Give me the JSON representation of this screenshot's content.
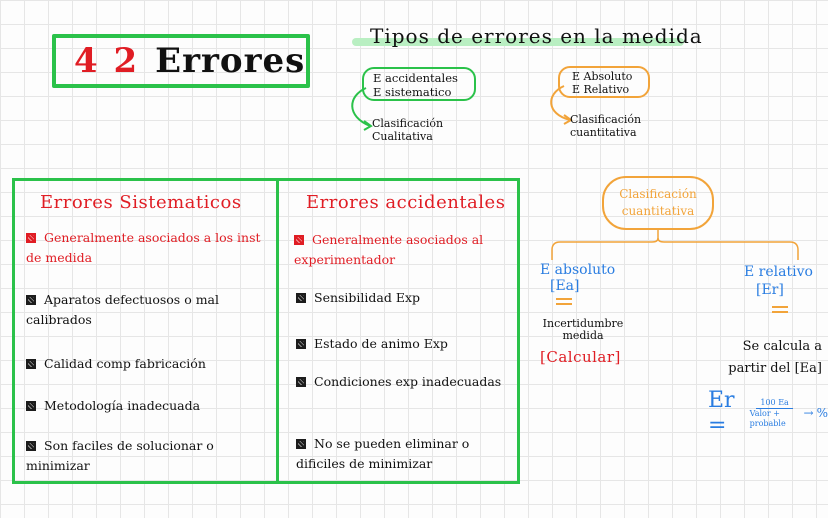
{
  "title": {
    "number": "4 2",
    "text": "Errores"
  },
  "types": {
    "title": "Tipos de errores en la medida",
    "accidental_group": {
      "items": [
        "E accidentales",
        "E sistematico"
      ],
      "label": [
        "Clasificación",
        "Cualitativa"
      ]
    },
    "absolute_group": {
      "items": [
        "E Absoluto",
        "E Relativo"
      ],
      "label": [
        "Clasificación",
        "cuantitativa"
      ]
    }
  },
  "systematic": {
    "title": "Errores Sistematicos",
    "items": [
      "Generalmente asociados a los inst de medida",
      "Aparatos defectuosos o mal calibrados",
      "Calidad comp fabricación",
      "Metodología inadecuada",
      "Son faciles de solucionar o minimizar"
    ]
  },
  "accidental": {
    "title": "Errores accidentales",
    "items": [
      "Generalmente asociados al experimentador",
      "Sensibilidad Exp",
      "Estado de animo Exp",
      "Condiciones exp inadecuadas",
      "No se pueden eliminar o dificiles de minimizar"
    ]
  },
  "quantitative": {
    "title": [
      "Clasificación",
      "cuantitativa"
    ],
    "absolute": {
      "title": "E absoluto",
      "symbol": "[Ea]",
      "description": "Incertidumbre medida",
      "action": "[Calcular]"
    },
    "relative": {
      "title": "E relativo",
      "symbol": "[Er]",
      "description": "Se calcula a partir del [Ea]",
      "formula": {
        "lhs": "Er =",
        "numerator": "100 Ea",
        "denominator": "Valor + probable",
        "arrow": "→",
        "unit": "%"
      }
    }
  },
  "colors": {
    "green": "#2bc24a",
    "red": "#e01d24",
    "orange": "#f2a43a",
    "blue": "#2a7de1",
    "highlight": "#b9efc2"
  }
}
